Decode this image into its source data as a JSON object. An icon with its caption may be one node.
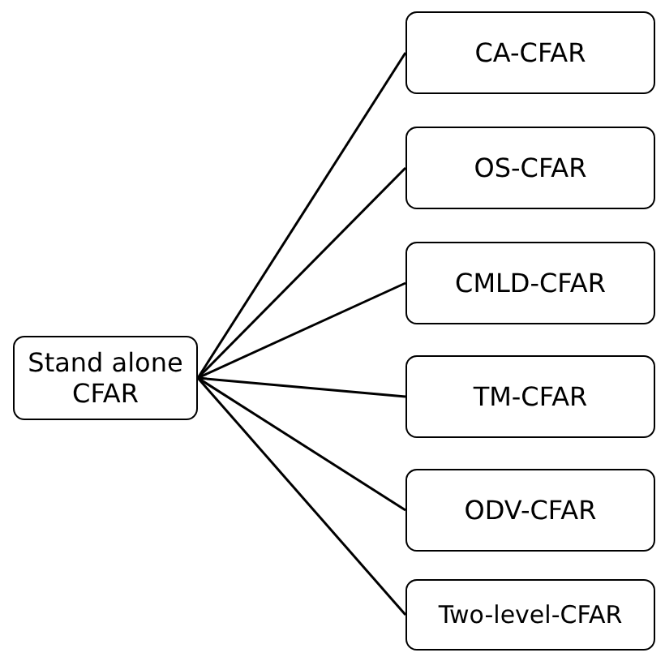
{
  "diagram": {
    "nodes": [
      {
        "text": [
          "Stand alone CFAR"
        ]
      },
      {
        "text": [
          "CA-CFAR"
        ]
      },
      {
        "text": [
          "OS-CFAR"
        ]
      },
      {
        "text": [
          "CMLD-CFAR"
        ]
      },
      {
        "text": [
          "TM-CFAR"
        ]
      },
      {
        "text": [
          "ODV-CFAR"
        ]
      },
      {
        "text": [
          "Two-level-CFAR"
        ]
      }
    ],
    "edges": [
      {
        "from": 0,
        "to": 1,
        "arrow": "none"
      },
      {
        "from": 0,
        "to": 2,
        "arrow": "none"
      },
      {
        "from": 0,
        "to": 3,
        "arrow": "none"
      },
      {
        "from": 0,
        "to": 4,
        "arrow": "none"
      },
      {
        "from": 0,
        "to": 5,
        "arrow": "none"
      },
      {
        "from": 0,
        "to": 6,
        "arrow": "none"
      }
    ]
  }
}
